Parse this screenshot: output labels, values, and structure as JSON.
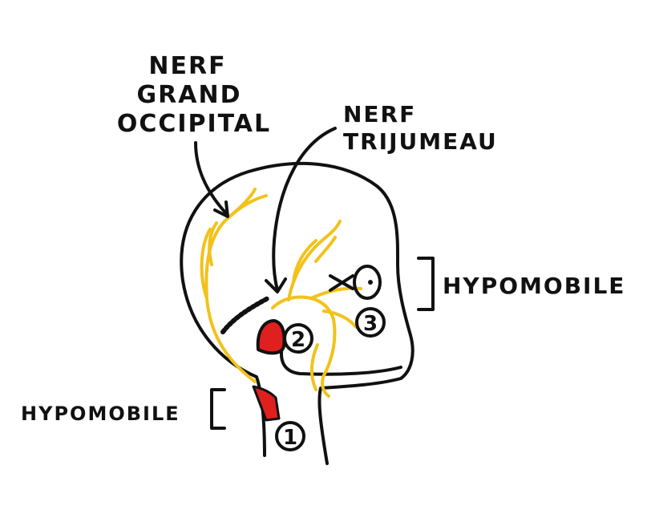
{
  "labels": {
    "greater_occipital_nerve": [
      "NERF",
      "GRAND",
      "OCCIPITAL"
    ],
    "trigeminal_nerve": [
      "NERF",
      "TRIJUMEAU"
    ],
    "hypomobile_jaw": "HYPOMOBILE",
    "hypomobile_neck": "HYPOMOBILE"
  },
  "markers": {
    "marker_1": "1",
    "marker_2": "2",
    "marker_3": "3"
  },
  "colors": {
    "outline": "#111111",
    "nerve": "#f2c21b",
    "muscle": "#e0201e",
    "background": "#ffffff"
  }
}
